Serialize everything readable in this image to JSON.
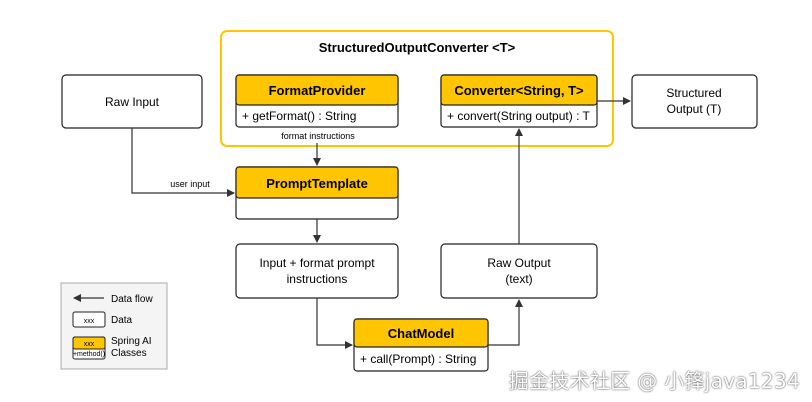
{
  "colors": {
    "spring_fill": "#FFC600",
    "spring_border": "#E0A800",
    "outline": "#222222",
    "arrow": "#333333"
  },
  "converter_group": {
    "title": "StructuredOutputConverter <T>"
  },
  "format_provider": {
    "title": "FormatProvider",
    "method": "+ getFormat() : String"
  },
  "converter": {
    "title": "Converter<String, T>",
    "method": "+ convert(String output) : T"
  },
  "raw_input": {
    "label": "Raw Input"
  },
  "structured_output": {
    "line1": "Structured",
    "line2": "Output (T)"
  },
  "prompt_template": {
    "title": "PromptTemplate"
  },
  "input_format": {
    "line1": "Input + format prompt",
    "line2": "instructions"
  },
  "raw_output": {
    "line1": "Raw Output",
    "line2": "(text)"
  },
  "chat_model": {
    "title": "ChatModel",
    "method": "+ call(Prompt) : String"
  },
  "edges": {
    "format_instructions": "format instructions",
    "user_input": "user input"
  },
  "legend": {
    "data_flow": "Data flow",
    "data": "Data",
    "data_sample": "xxx",
    "spring_line1": "Spring AI",
    "spring_line2": "Classes",
    "spring_sample": "xxx",
    "spring_sample_method": "+method()"
  },
  "watermark": "掘金技术社区 @ 小箨java1234"
}
